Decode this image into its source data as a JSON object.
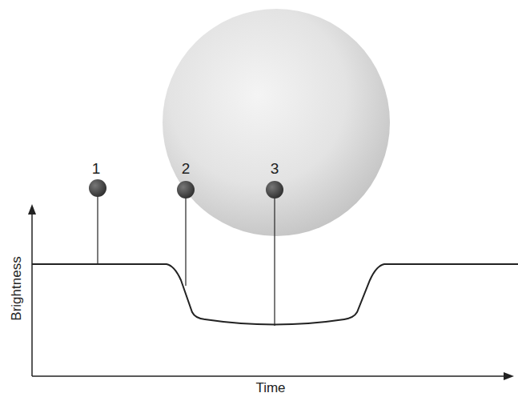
{
  "diagram": {
    "labels": [
      "1",
      "2",
      "3",
      "Brightness",
      "Time"
    ]
  }
}
